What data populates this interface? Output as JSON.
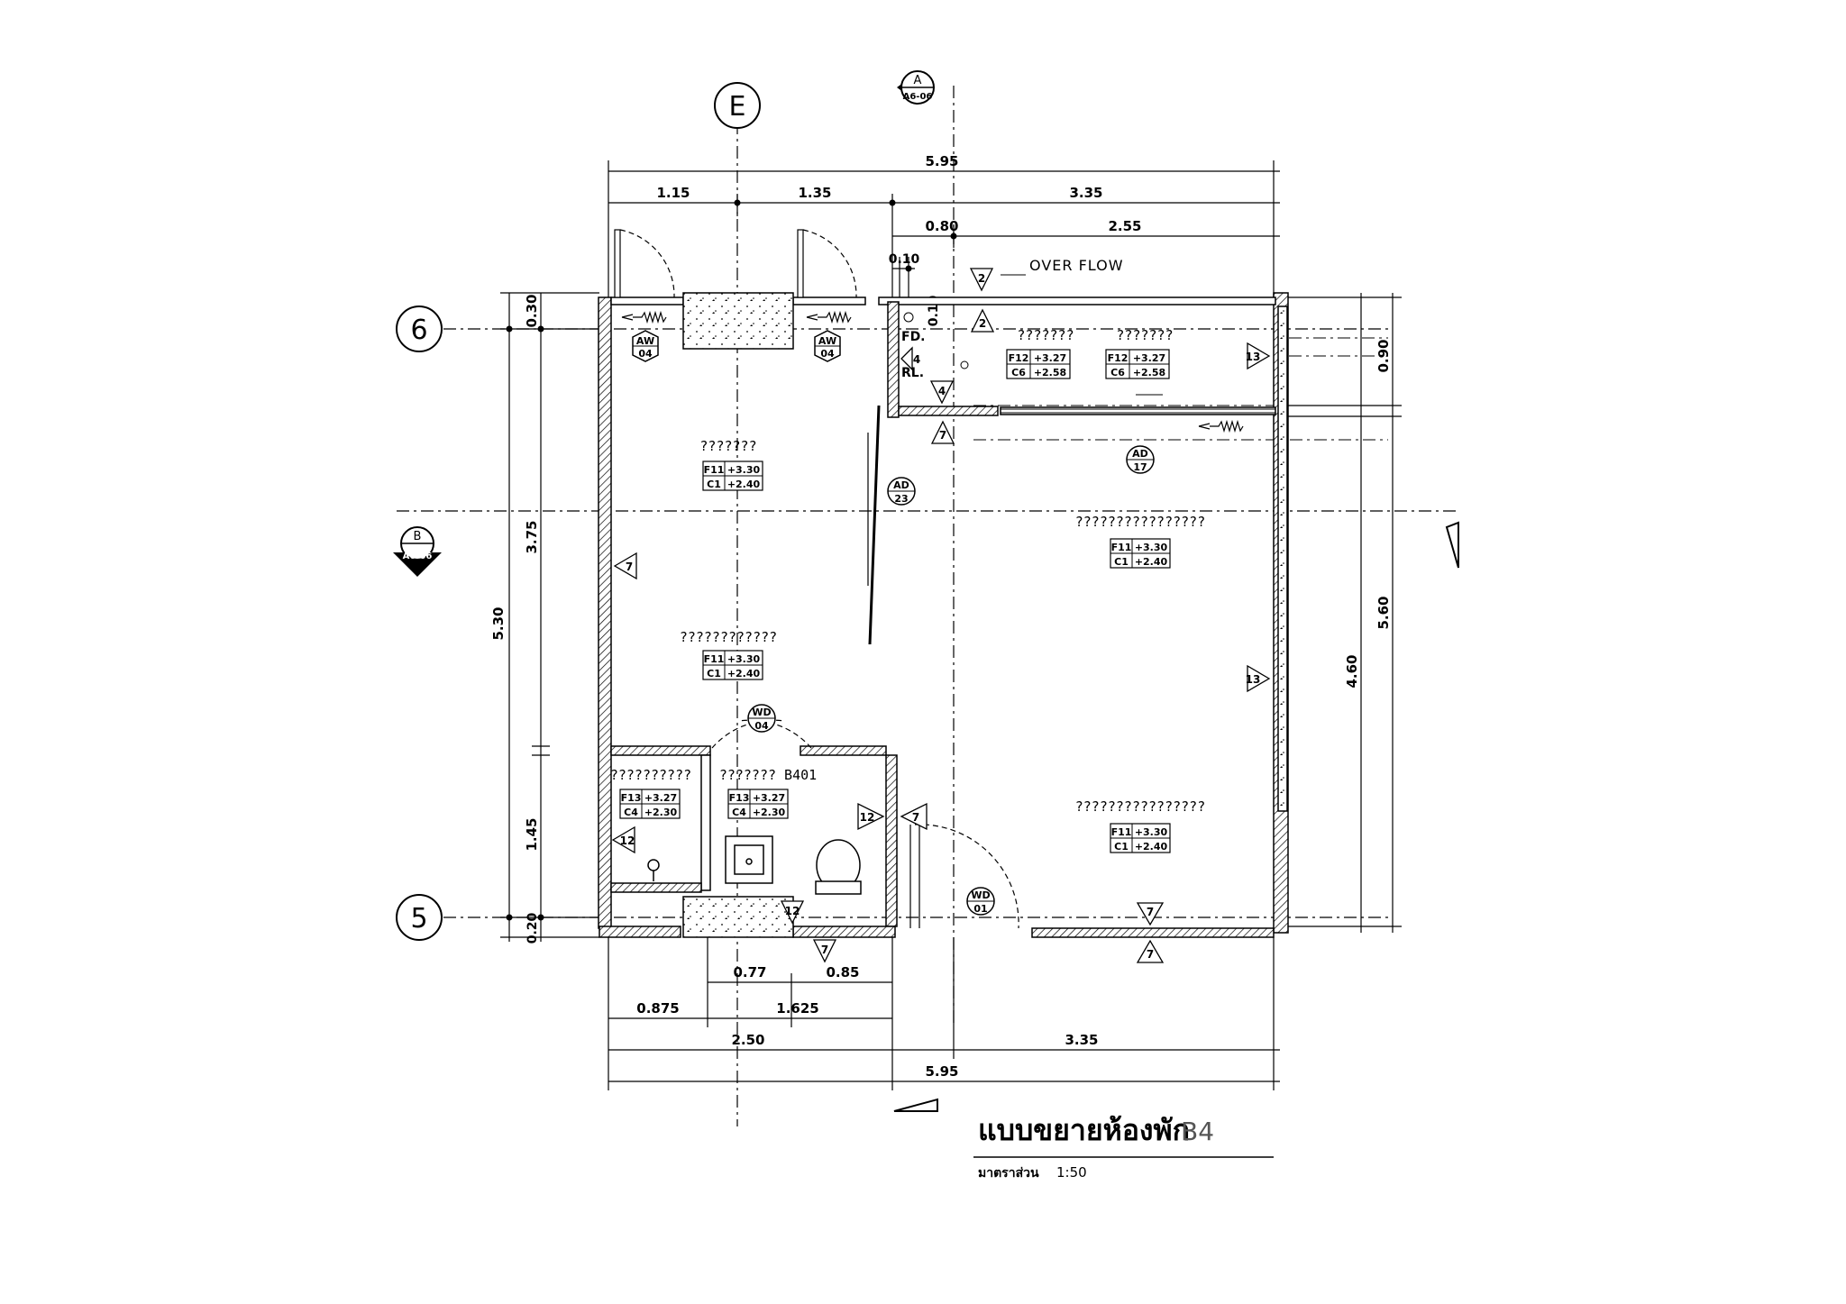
{
  "grid": {
    "col_e": "E",
    "row_6": "6",
    "row_5": "5"
  },
  "section_marks": {
    "a": {
      "letter": "A",
      "sheet": "A6-06"
    },
    "b": {
      "letter": "B",
      "sheet": "A6-06"
    }
  },
  "dims_top": {
    "total": "5.95",
    "d1": "1.15",
    "d2": "1.35",
    "d3": "3.35",
    "d4": "0.80",
    "d5": "2.55",
    "d6": "0.10",
    "d7": "0.10"
  },
  "dims_left": {
    "d1": "0.30",
    "d2": "3.75",
    "d3": "5.30",
    "d4": "1.45",
    "d5": "0.20"
  },
  "dims_right": {
    "d1": "0.90",
    "d2": "5.60",
    "d3": "4.60"
  },
  "dims_bottom": {
    "d1": "0.77",
    "d2": "0.85",
    "d3": "0.875",
    "d4": "1.625",
    "d5": "2.50",
    "d6": "3.35",
    "total": "5.95"
  },
  "notes": {
    "overflow": "OVER FLOW",
    "fd": "FD.",
    "rl": "RL."
  },
  "rooms": [
    {
      "name": "???????",
      "f": "F11",
      "fv": "+3.30",
      "c": "C1",
      "cv": "+2.40"
    },
    {
      "name": "????????????",
      "f": "F11",
      "fv": "+3.30",
      "c": "C1",
      "cv": "+2.40"
    },
    {
      "name": "????????????????",
      "f": "F11",
      "fv": "+3.30",
      "c": "C1",
      "cv": "+2.40"
    },
    {
      "name": "????????????????",
      "f": "F11",
      "fv": "+3.30",
      "c": "C1",
      "cv": "+2.40"
    },
    {
      "name": "???????",
      "f": "F12",
      "fv": "+3.27",
      "c": "C6",
      "cv": "+2.58"
    },
    {
      "name": "???????",
      "f": "F12",
      "fv": "+3.27",
      "c": "C6",
      "cv": "+2.58"
    },
    {
      "name": "??????????",
      "f": "F13",
      "fv": "+3.27",
      "c": "C4",
      "cv": "+2.30"
    },
    {
      "name": "??????? B401",
      "f": "F13",
      "fv": "+3.27",
      "c": "C4",
      "cv": "+2.30"
    }
  ],
  "tags": {
    "aw1": {
      "top": "AW",
      "bot": "04"
    },
    "aw2": {
      "top": "AW",
      "bot": "04"
    },
    "ad23": {
      "top": "AD",
      "bot": "23"
    },
    "ad17": {
      "top": "AD",
      "bot": "17"
    },
    "wd04": {
      "top": "WD",
      "bot": "04"
    },
    "wd01": {
      "top": "WD",
      "bot": "01"
    }
  },
  "wall_types": {
    "w2": "2",
    "w4": "4",
    "w7": "7",
    "w12": "12",
    "w13": "13"
  },
  "title": {
    "main": "แบบขยายห้องพัก",
    "code": "B4",
    "scale_label": "มาตราส่วน",
    "scale_value": "1:50"
  }
}
